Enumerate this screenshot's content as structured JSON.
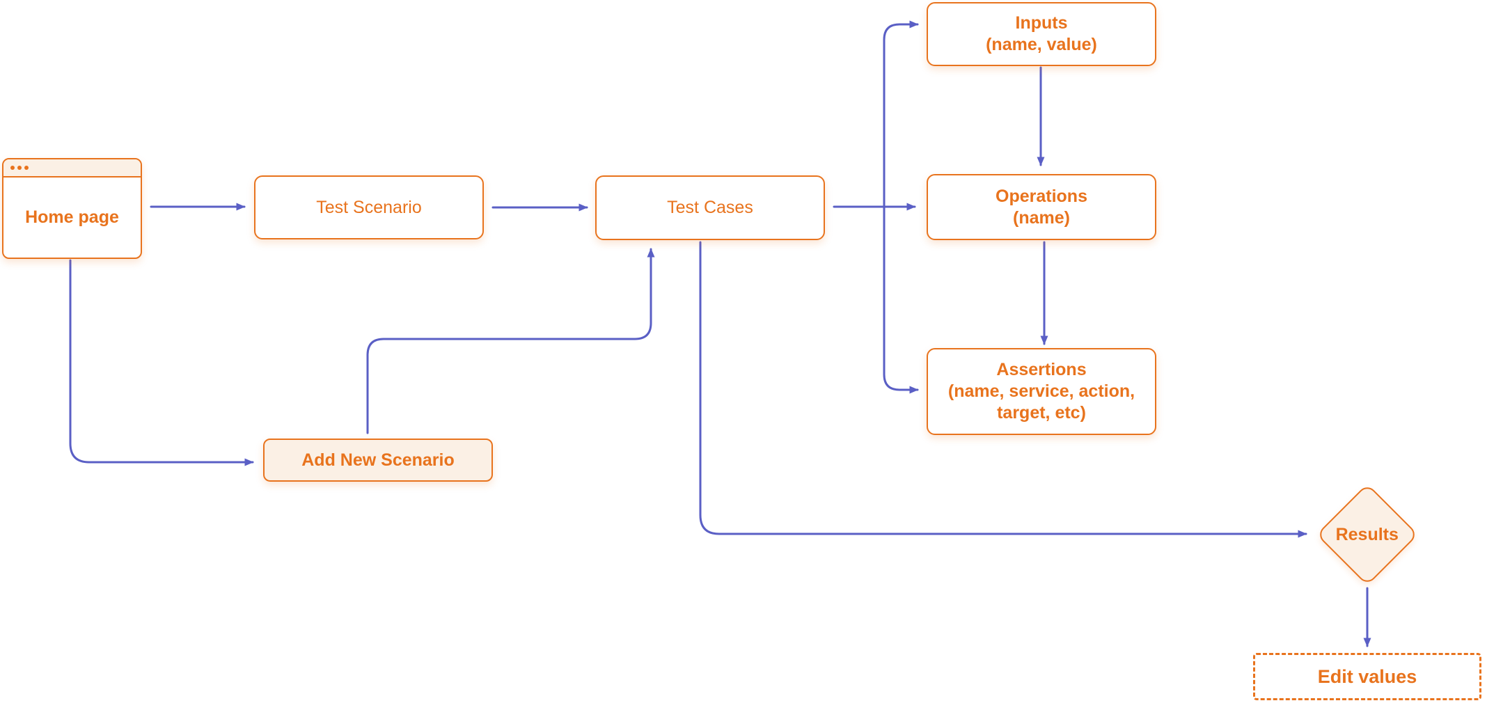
{
  "colors": {
    "accent": "#e8731d",
    "accent_soft": "#fbf0e5",
    "edge": "#5a5fc5",
    "background": "#ffffff"
  },
  "icons": {
    "window_controls": "three-dots"
  },
  "nodes": {
    "home_page": {
      "label": "Home page",
      "shape": "browser-window"
    },
    "test_scenario": {
      "label": "Test Scenario",
      "shape": "rectangle"
    },
    "test_cases": {
      "label": "Test Cases",
      "shape": "rectangle"
    },
    "inputs": {
      "label": "Inputs\n(name, value)",
      "shape": "rectangle"
    },
    "operations": {
      "label": "Operations\n(name)",
      "shape": "rectangle"
    },
    "assertions": {
      "label": "Assertions\n(name, service, action,\ntarget, etc)",
      "shape": "rectangle"
    },
    "add_new_scenario": {
      "label": "Add New Scenario",
      "shape": "rectangle-filled"
    },
    "results": {
      "label": "Results",
      "shape": "diamond"
    },
    "edit_values": {
      "label": "Edit values",
      "shape": "rectangle-dashed"
    }
  },
  "edges": [
    {
      "from": "home_page",
      "to": "test_scenario"
    },
    {
      "from": "test_scenario",
      "to": "test_cases"
    },
    {
      "from": "test_cases",
      "to": "operations"
    },
    {
      "from": "test_cases",
      "to": "inputs"
    },
    {
      "from": "test_cases",
      "to": "assertions"
    },
    {
      "from": "inputs",
      "to": "operations"
    },
    {
      "from": "operations",
      "to": "assertions"
    },
    {
      "from": "home_page",
      "to": "add_new_scenario"
    },
    {
      "from": "add_new_scenario",
      "to": "test_cases"
    },
    {
      "from": "test_cases",
      "to": "results"
    },
    {
      "from": "results",
      "to": "edit_values"
    }
  ]
}
